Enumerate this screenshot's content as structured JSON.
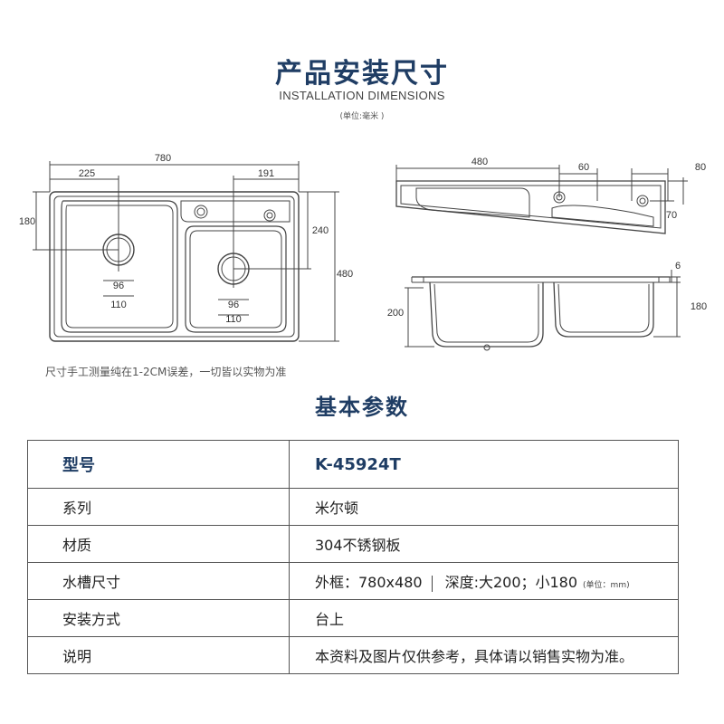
{
  "header": {
    "title": "产品安装尺寸",
    "subtitle": "INSTALLATION DIMENSIONS",
    "unit": "(单位:毫米 )"
  },
  "diagram": {
    "top_view": {
      "width": "780",
      "left_offset": "225",
      "right_offset": "191",
      "left_height": "180",
      "right_height": "240",
      "total_height": "480",
      "left_drain": "96",
      "left_drain_outer": "110",
      "right_drain": "96",
      "right_drain_outer": "110"
    },
    "side_view": {
      "depth": "480",
      "hole_offset": "60",
      "edge_offset": "80",
      "hole_height": "70"
    },
    "front_view": {
      "rim": "6",
      "big_depth": "200",
      "small_depth": "180"
    },
    "note": "尺寸手工测量纯在1-2CM误差，一切皆以实物为准"
  },
  "specs": {
    "title": "基本参数",
    "model_label": "型号",
    "model_value": "K-45924T",
    "rows": [
      {
        "label": "系列",
        "value": "米尔顿"
      },
      {
        "label": "材质",
        "value": "304不锈钢板"
      },
      {
        "label": "安装方式",
        "value": "台上"
      },
      {
        "label": "说明",
        "value": "本资料及图片仅供参考，具体请以销售实物为准。"
      }
    ],
    "size_row": {
      "label": "水槽尺寸",
      "outer": "外框：780x480",
      "depth": "深度:大200；小180",
      "unit": "(单位：mm)"
    }
  },
  "colors": {
    "title": "#1f3d64",
    "line": "#333333"
  }
}
